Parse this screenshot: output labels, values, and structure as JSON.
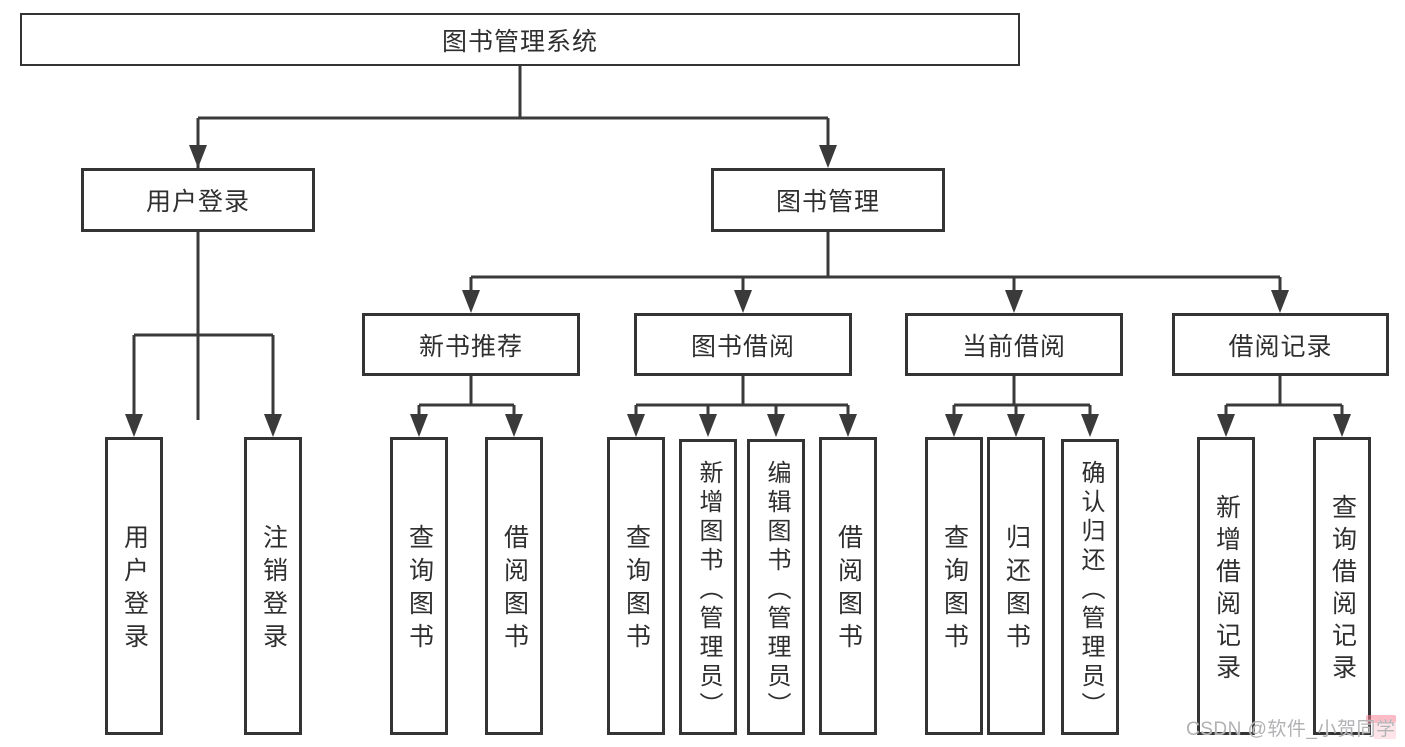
{
  "diagram": {
    "root": "图书管理系统",
    "level2": [
      "用户登录",
      "图书管理"
    ],
    "level3": [
      "新书推荐",
      "图书借阅",
      "当前借阅",
      "借阅记录"
    ],
    "leaves": {
      "login": [
        "用户登录",
        "注销登录"
      ],
      "recommend": [
        "查询图书",
        "借阅图书"
      ],
      "borrow": [
        "查询图书",
        "新增图书（管理员）",
        "编辑图书（管理员）",
        "借阅图书"
      ],
      "current": [
        "查询图书",
        "归还图书",
        "确认归还（管理员）"
      ],
      "records": [
        "新增借阅记录",
        "查询借阅记录"
      ]
    }
  },
  "watermark": "CSDN @软件_小贺同学",
  "colors": {
    "line": "#3a3a3a",
    "border": "#343434",
    "text": "#2f2f2f",
    "background": "#ffffff",
    "watermark_gray": "#b2b2b5",
    "watermark_pink": "#f98296"
  }
}
